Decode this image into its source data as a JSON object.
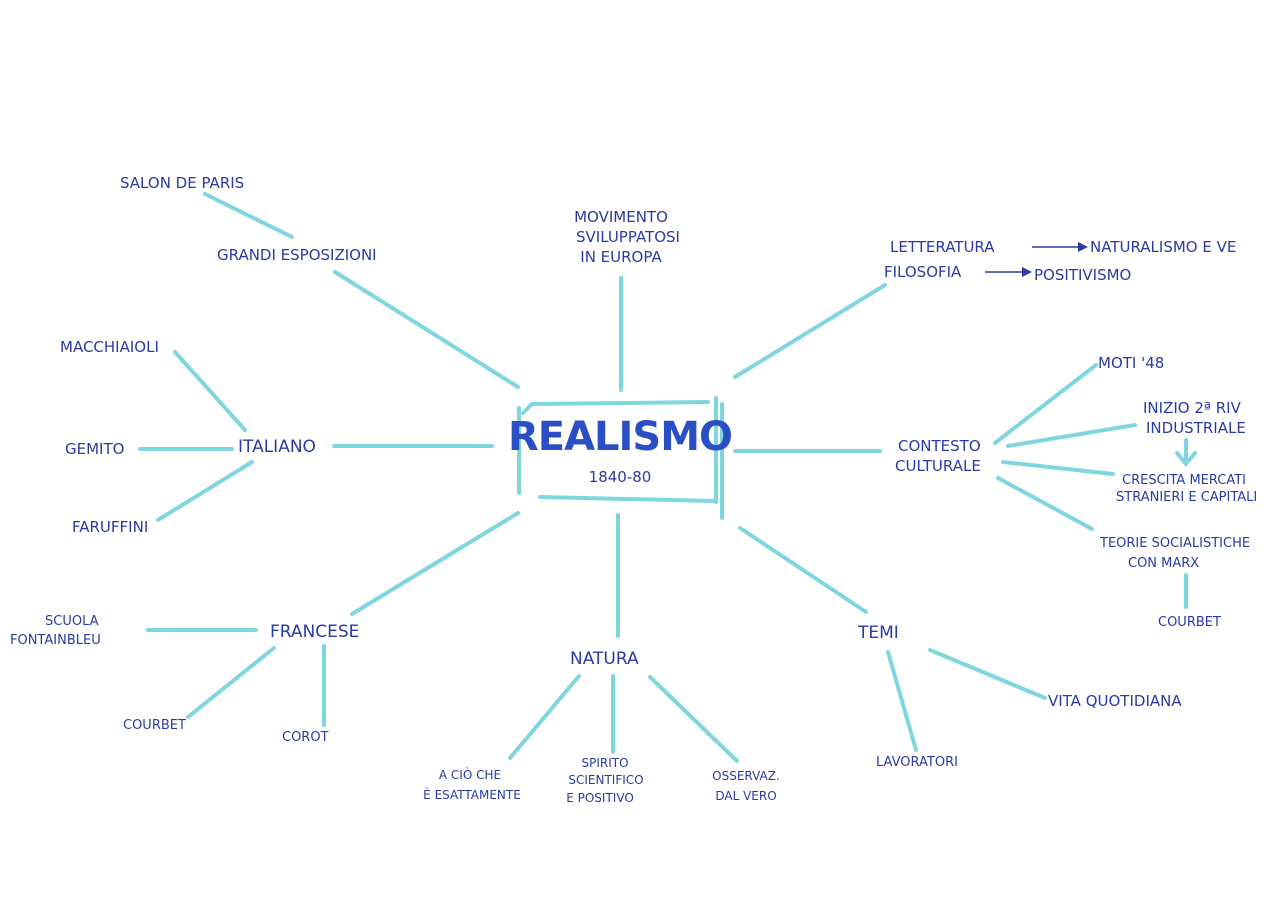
{
  "center": {
    "title": "REALISMO",
    "dates": "1840-80"
  },
  "branches": {
    "movimento": [
      "MOVIMENTO",
      "SVILUPPATOSI",
      "IN EUROPA"
    ],
    "grandi_esposizioni": "GRANDI ESPOSIZIONI",
    "salon": "SALON DE PARIS",
    "letteratura": "LETTERATURA",
    "naturalismo": "NATURALISMO E VE",
    "filosofia": "FILOSOFIA",
    "positivismo": "POSITIVISMO",
    "italiano": "ITALIANO",
    "macchiaioli": "MACCHIAIOLI",
    "gemito": "GEMITO",
    "faruffini": "FARUFFINI",
    "contesto": [
      "CONTESTO",
      "CULTURALE"
    ],
    "moti": "MOTI '48",
    "inizio": [
      "INIZIO 2ª RIV",
      "INDUSTRIALE"
    ],
    "crescita": [
      "CRESCITA MERCATI",
      "STRANIERI E CAPITALI"
    ],
    "teorie": [
      "TEORIE SOCIALISTICHE",
      "CON MARX"
    ],
    "courbet_right": "COURBET",
    "francese": "FRANCESE",
    "scuola": [
      "SCUOLA",
      "FONTAINBLEU"
    ],
    "courbet_left": "COURBET",
    "corot": "COROT",
    "natura": "NATURA",
    "cio_che": [
      "A CIÒ CHE",
      "È ESATTAMENTE"
    ],
    "spirito": [
      "SPIRITO",
      "SCIENTIFICO",
      "E POSITIVO"
    ],
    "osservaz": [
      "OSSERVAZ.",
      "DAL VERO"
    ],
    "temi": "TEMI",
    "vita": "VITA QUOTIDIANA",
    "lavoratori": "LAVORATORI"
  },
  "colors": {
    "ink": "#2a3aa6",
    "highlighter": "#7fd6df"
  }
}
